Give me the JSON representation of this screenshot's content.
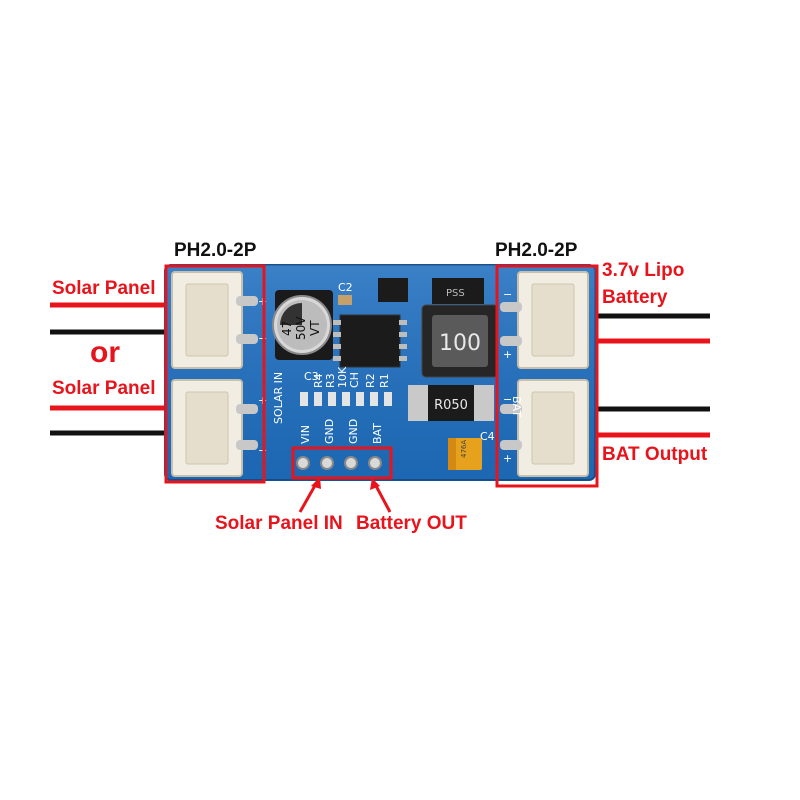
{
  "labels": {
    "ph_left": "PH2.0-2P",
    "ph_right": "PH2.0-2P",
    "solar_panel_top": "Solar Panel",
    "or_text": "or",
    "solar_panel_bottom": "Solar Panel",
    "lipo_line1": "3.7v Lipo",
    "lipo_line2": "Battery",
    "bat_output": "BAT Output",
    "solar_panel_in": "Solar Panel IN",
    "battery_out": "Battery OUT"
  },
  "board": {
    "solar_in": "SOLAR IN",
    "bat": "BAT",
    "plus": "+",
    "minus": "−",
    "pins": [
      "VIN",
      "GND",
      "GND",
      "BAT"
    ],
    "capacitor_lines": [
      "47",
      "50V",
      "VT"
    ],
    "c2": "C2",
    "c3": "C3",
    "c4": "C4",
    "inductor": "100",
    "resistor": "R050",
    "ic_small": "PSS",
    "tant": "476A",
    "row_labels": [
      "R4",
      "R3",
      "10K",
      "CH",
      "R2",
      "R1"
    ]
  },
  "colors": {
    "pcb": "#1f6fc0",
    "annotation": "#e8141c",
    "connector": "#f2ede2"
  }
}
